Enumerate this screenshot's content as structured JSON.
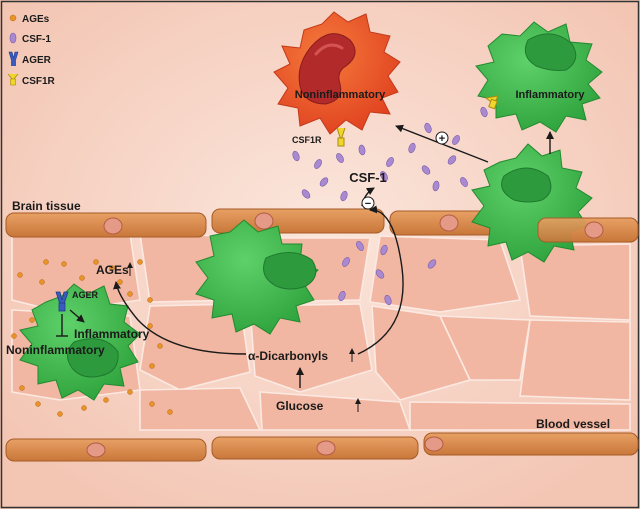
{
  "legend": {
    "ages": "AGEs",
    "csf1": "CSF-1",
    "ager": "AGER",
    "csf1r": "CSF1R"
  },
  "labels": {
    "brain_tissue": "Brain tissue",
    "blood_vessel": "Blood vessel",
    "noninflammatory_top": "Noninflammatory",
    "inflammatory_top": "Inflammatory",
    "csf1r_cell_label": "CSF1R",
    "csf1_center": "CSF-1",
    "ager_cell_label": "AGER",
    "ages_up": "AGEs",
    "inflammatory_left": "Inflammatory",
    "noninflammatory_left": "Noninflammatory",
    "dicarbonyls": "α-Dicarbonyls",
    "glucose": "Glucose",
    "plus_sign": "+",
    "minus_sign": "−"
  },
  "colors": {
    "background": "#f9dcd0",
    "tissue_cell": "#f2b9a4",
    "vessel_wall": "#d98a48",
    "vessel_nucleus": "#e49a86",
    "microglia_green": "#3cbb49",
    "microglia_nucleus": "#2d9a3e",
    "noninflammatory_red": "#ee5a2a",
    "noninflammatory_nucleus": "#b42a2a",
    "ages_dot": "#e8922a",
    "csf1_ellipse": "#a98ad1",
    "ager_receptor": "#3a5bbd",
    "csf1r_receptor": "#f0d62b"
  }
}
